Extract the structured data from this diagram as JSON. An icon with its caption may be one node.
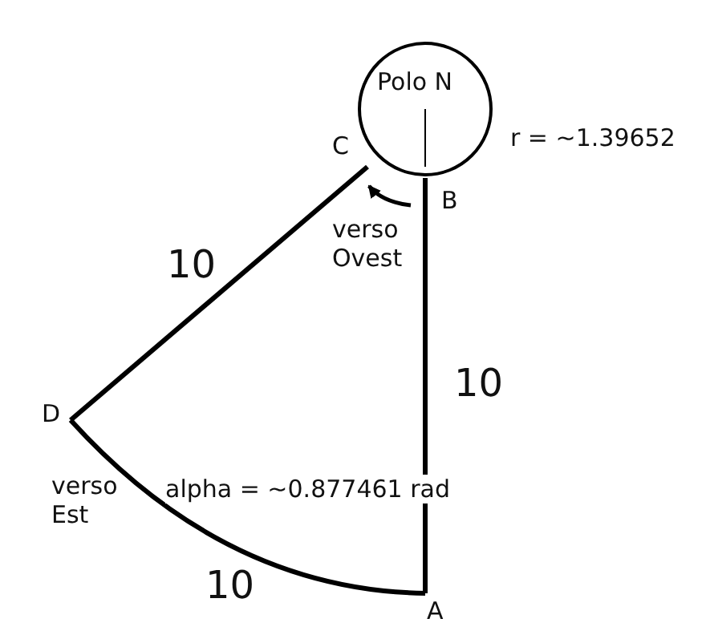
{
  "diagram": {
    "nodes": [
      {
        "text": [
          "Polo N"
        ],
        "beside": [
          "r = ~1.39652"
        ]
      },
      {
        "text": [
          "A"
        ]
      },
      {
        "text": [
          "B"
        ]
      },
      {
        "text": [
          "C"
        ]
      },
      {
        "text": [
          "D"
        ]
      }
    ],
    "edges": [
      {
        "from": 1,
        "to": 2,
        "arrow": "none",
        "label": "10"
      },
      {
        "from": 3,
        "to": 4,
        "arrow": "none",
        "label": "10"
      },
      {
        "from": 4,
        "to": 1,
        "arrow": "none",
        "label": "10"
      }
    ],
    "labels": [
      "verso Ovest",
      "verso Est",
      "alpha = ~0.877461 rad"
    ]
  }
}
